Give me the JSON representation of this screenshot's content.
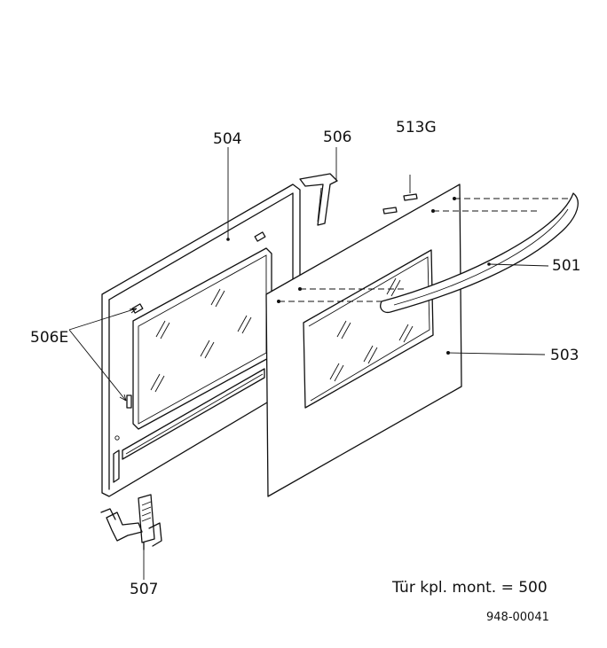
{
  "labels": {
    "inner_door": "504",
    "gasket": "506",
    "screws": "513G",
    "gasket_clips": "506E",
    "handle": "501",
    "outer_panel": "503",
    "hinge": "507"
  },
  "assembly_note": "Tür kpl. mont. = 500",
  "drawing_number": "948-00041"
}
